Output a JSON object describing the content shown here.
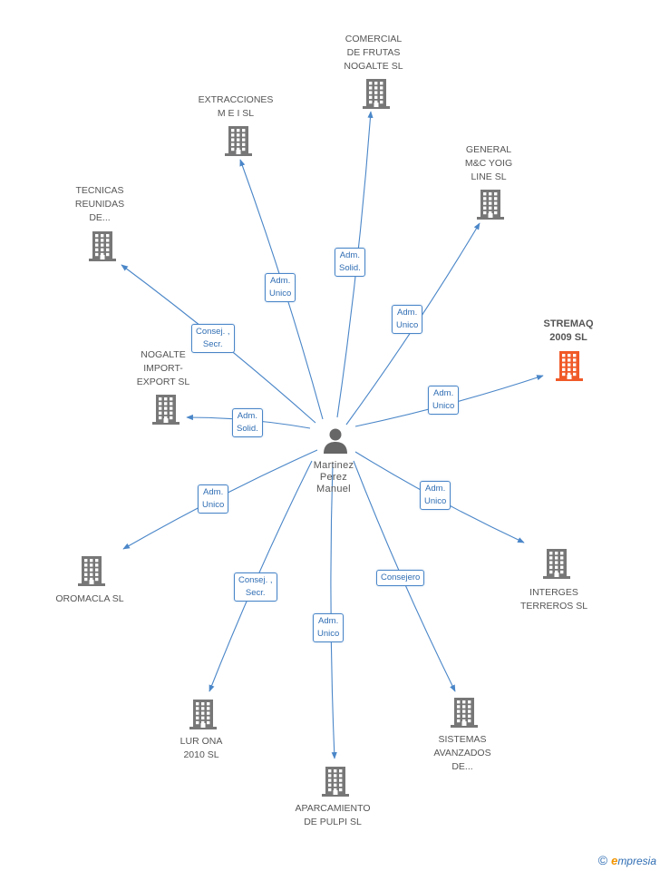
{
  "colors": {
    "edge": "#4a86c8",
    "building": "#777777",
    "highlight": "#f05a28",
    "person": "#666666"
  },
  "person": {
    "name": "Martinez\nPerez\nManuel",
    "icon": "person-icon"
  },
  "companies": [
    {
      "id": "comercial",
      "label": "COMERCIAL\nDE FRUTAS\nNOGALTE SL",
      "highlight": false,
      "icon": "building-icon"
    },
    {
      "id": "extracciones",
      "label": "EXTRACCIONES\nM E I  SL",
      "highlight": false,
      "icon": "building-icon"
    },
    {
      "id": "general",
      "label": "GENERAL\nM&C YOIG\nLINE SL",
      "highlight": false,
      "icon": "building-icon"
    },
    {
      "id": "tecnicas",
      "label": "TECNICAS\nREUNIDAS\nDE...",
      "highlight": false,
      "icon": "building-icon"
    },
    {
      "id": "stremaq",
      "label": "STREMAQ\n2009 SL",
      "highlight": true,
      "icon": "building-icon"
    },
    {
      "id": "nogalte",
      "label": "NOGALTE\nIMPORT-\nEXPORT SL",
      "highlight": false,
      "icon": "building-icon"
    },
    {
      "id": "oromacla",
      "label": "OROMACLA SL",
      "highlight": false,
      "icon": "building-icon"
    },
    {
      "id": "interges",
      "label": "INTERGES\nTERREROS SL",
      "highlight": false,
      "icon": "building-icon"
    },
    {
      "id": "lurona",
      "label": "LUR ONA\n2010 SL",
      "highlight": false,
      "icon": "building-icon"
    },
    {
      "id": "sistemas",
      "label": "SISTEMAS\nAVANZADOS\nDE...",
      "highlight": false,
      "icon": "building-icon"
    },
    {
      "id": "aparcamiento",
      "label": "APARCAMIENTO\nDE PULPI  SL",
      "highlight": false,
      "icon": "building-icon"
    }
  ],
  "relations": [
    {
      "to": "comercial",
      "label": "Adm.\nSolid."
    },
    {
      "to": "extracciones",
      "label": "Adm.\nUnico"
    },
    {
      "to": "general",
      "label": "Adm.\nUnico"
    },
    {
      "to": "tecnicas",
      "label": "Consej. ,\nSecr."
    },
    {
      "to": "stremaq",
      "label": "Adm.\nUnico"
    },
    {
      "to": "nogalte",
      "label": "Adm.\nSolid."
    },
    {
      "to": "oromacla",
      "label": "Adm.\nUnico"
    },
    {
      "to": "interges",
      "label": "Adm.\nUnico"
    },
    {
      "to": "lurona",
      "label": "Consej. ,\nSecr."
    },
    {
      "to": "sistemas",
      "label": "Consejero"
    },
    {
      "to": "aparcamiento",
      "label": "Adm.\nUnico"
    }
  ],
  "footer": {
    "copyright": "©",
    "brand_initial": "e",
    "brand_rest": "mpresia"
  }
}
